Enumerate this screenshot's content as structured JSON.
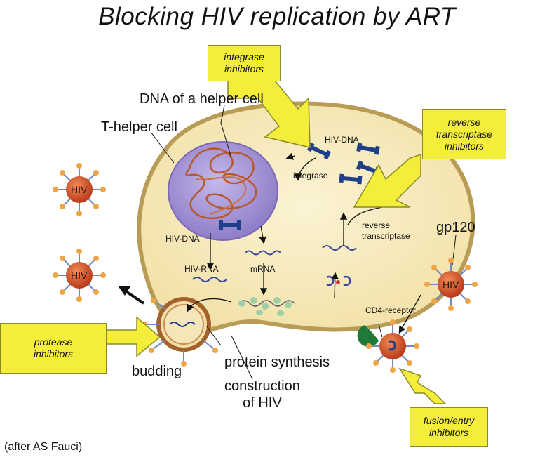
{
  "title": "Blocking HIV replication by ART",
  "credit": "(after AS Fauci)",
  "labels": {
    "dna_helper": "DNA of a helper cell",
    "t_helper": "T-helper cell",
    "hiv_dna_top": "HIV-DNA",
    "integrase": "integrase",
    "hiv_dna_nucleus": "HIV-DNA",
    "hiv_rna": "HIV-RNA",
    "mrna": "mRNA",
    "reverse_transcriptase": [
      "reverse",
      "transcriptase"
    ],
    "gp120": "gp120",
    "cd4": "CD4-receptor",
    "protein_synthesis": "protein synthesis",
    "construction": [
      "construction",
      "of HIV"
    ],
    "budding": "budding",
    "hiv": "HIV"
  },
  "boxes": {
    "integrase_inhibitors": [
      "integrase",
      "inhibitors"
    ],
    "rt_inhibitors": [
      "reverse",
      "transcriptase",
      "inhibitors"
    ],
    "protease_inhibitors": [
      "protease",
      "inhibitors"
    ],
    "fusion_inhibitors": [
      "fusion/entry",
      "inhibitors"
    ]
  },
  "colors": {
    "cell_fill": "#f7ebc0",
    "cell_border": "#b89b55",
    "nucleus": "#9d8ed0",
    "dna_strand": "#b8582a",
    "virus": "#d2532b",
    "spike": "#f0a545",
    "inhibitor_box": "#f4ee3a",
    "hiv_dna_piece": "#1f3f8a",
    "receptor": "#1f7a3a"
  }
}
